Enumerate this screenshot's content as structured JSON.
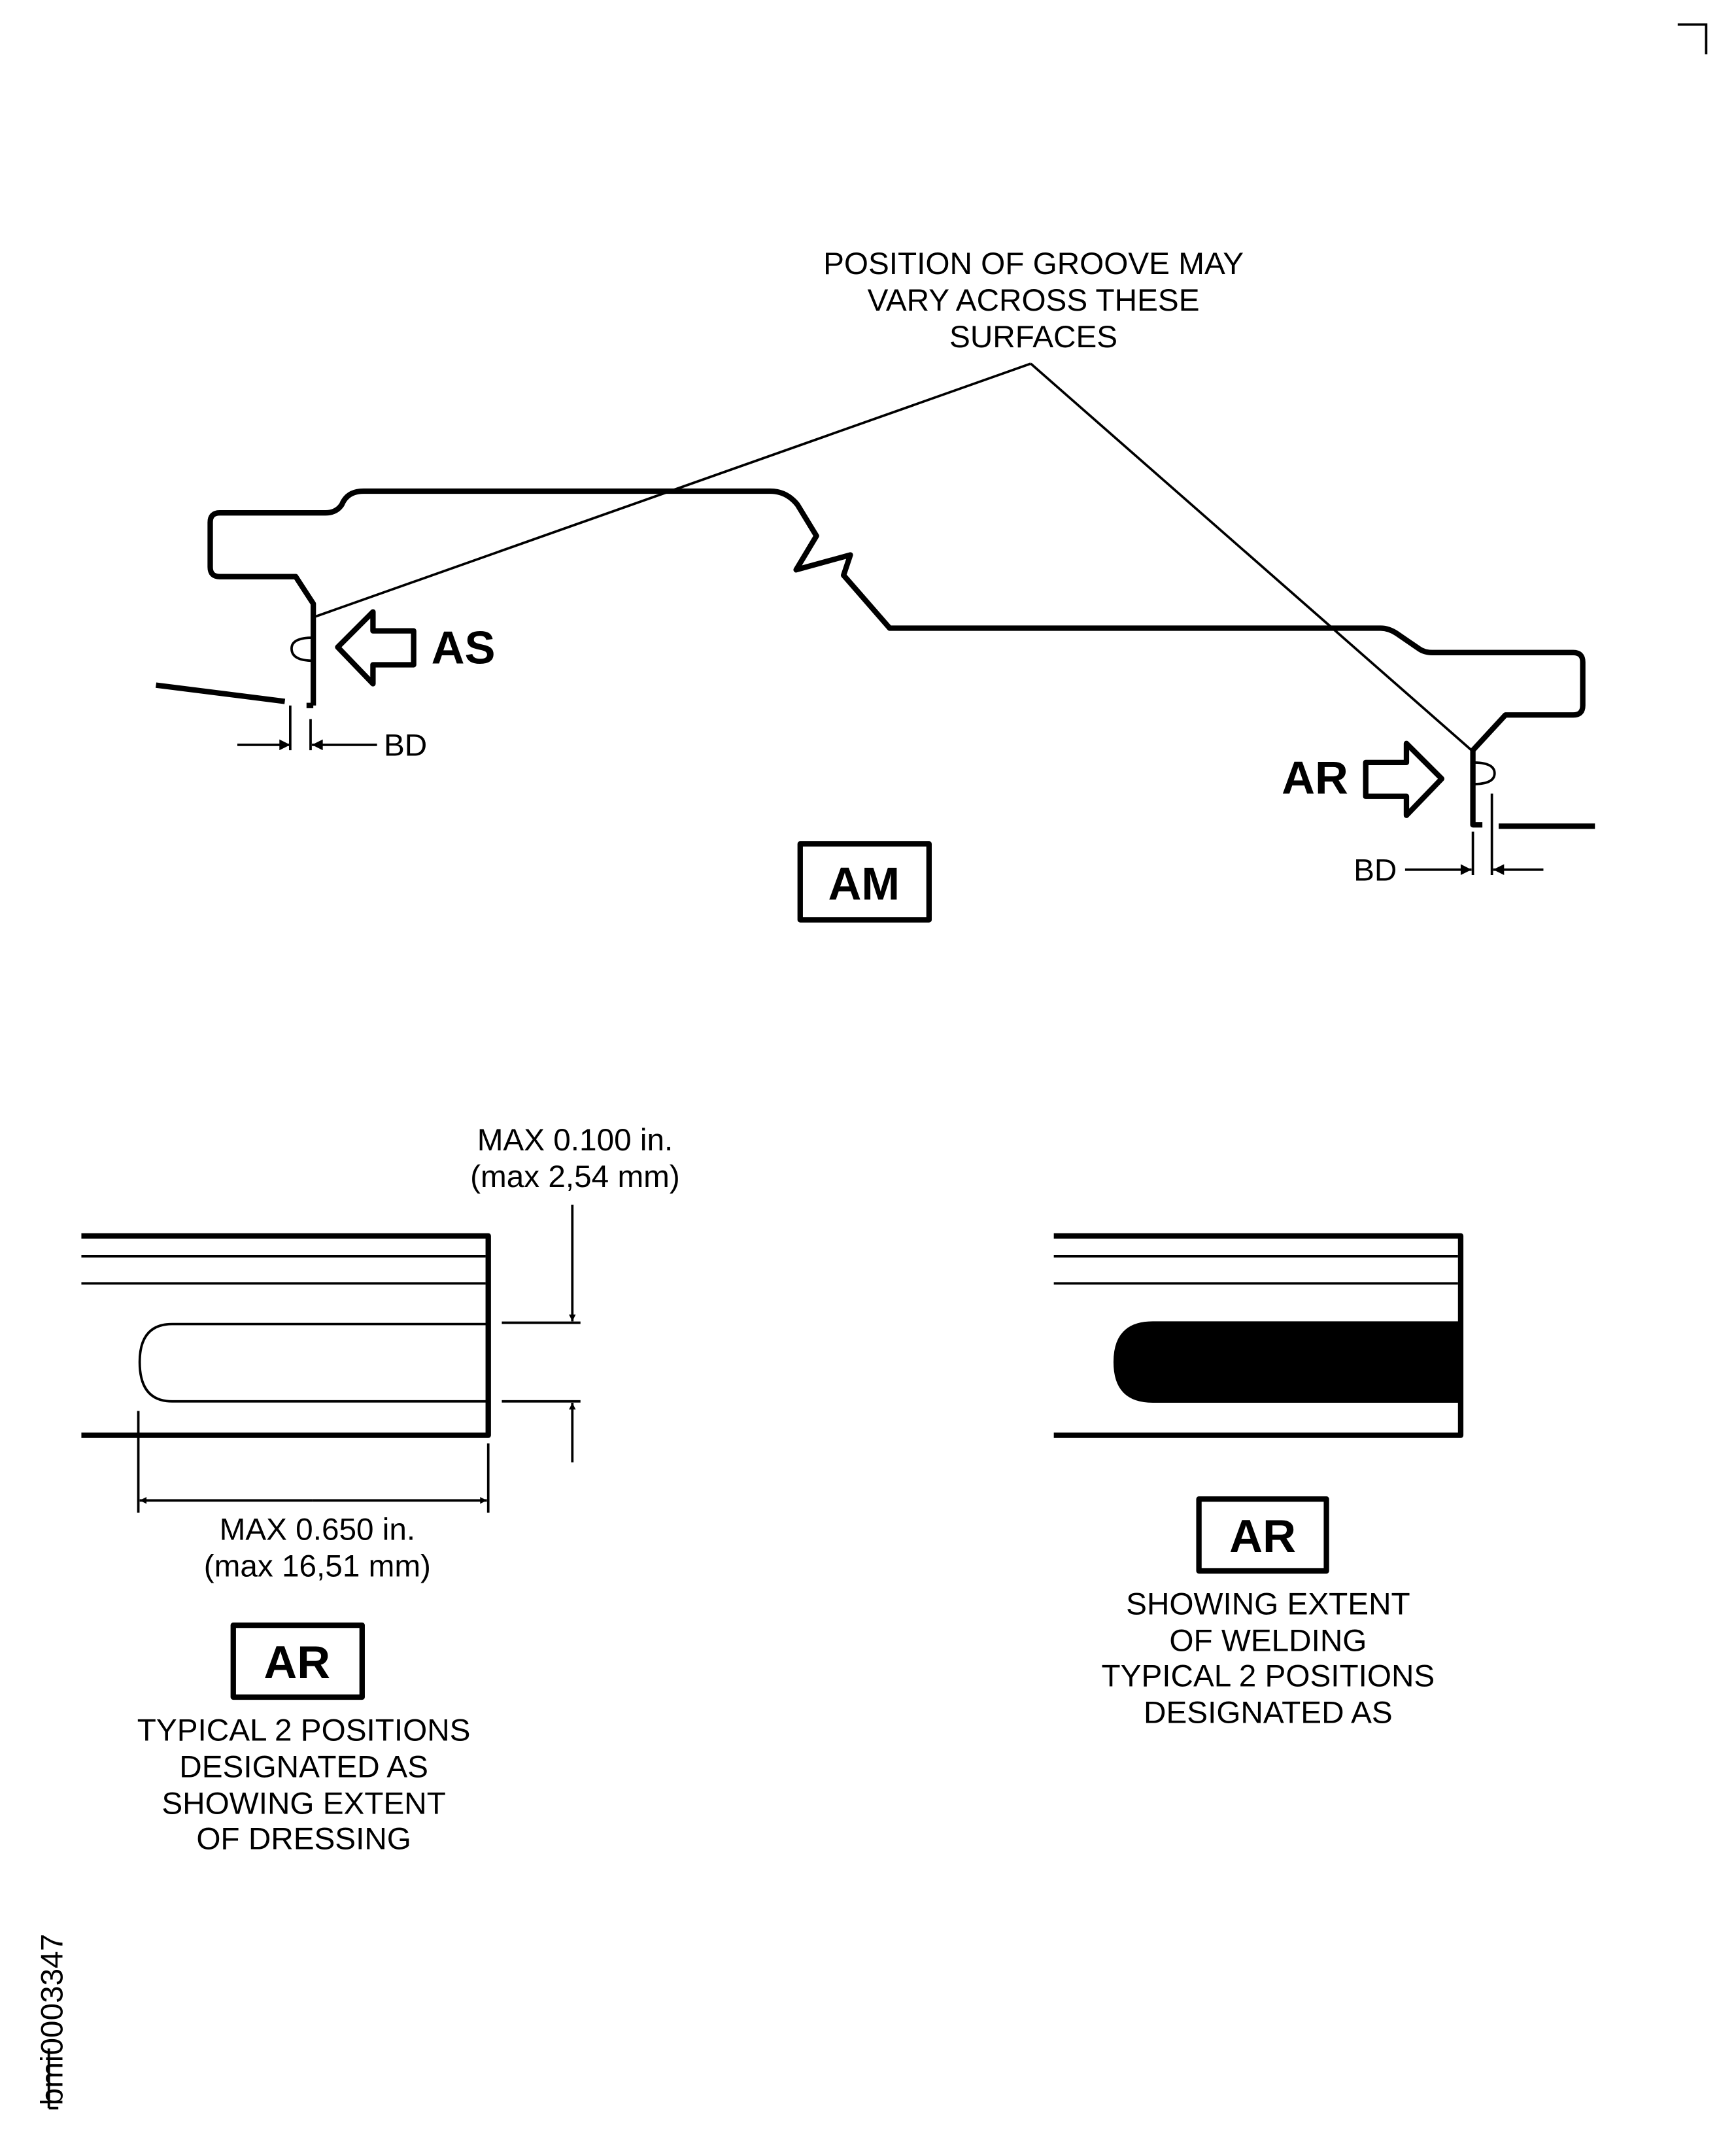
{
  "callout_groove": [
    "POSITION OF GROOVE MAY",
    "VARY ACROSS THESE",
    "SURFACES"
  ],
  "view_arrow_left": "AS",
  "view_arrow_right": "AR",
  "dimension_bd": "BD",
  "view_am": "AM",
  "dressing_view": {
    "label": "AR",
    "depth_dim": [
      "MAX 0.100 in.",
      "(max 2,54 mm)"
    ],
    "length_dim": [
      "MAX 0.650 in.",
      "(max 16,51 mm)"
    ],
    "caption": [
      "TYPICAL 2 POSITIONS",
      "DESIGNATED AS",
      "SHOWING EXTENT",
      "OF DRESSING"
    ]
  },
  "welding_view": {
    "label": "AR",
    "caption": [
      "SHOWING EXTENT",
      "OF WELDING",
      "TYPICAL 2 POSITIONS",
      "DESIGNATED AS"
    ]
  },
  "figure_id": "bmi0003347"
}
